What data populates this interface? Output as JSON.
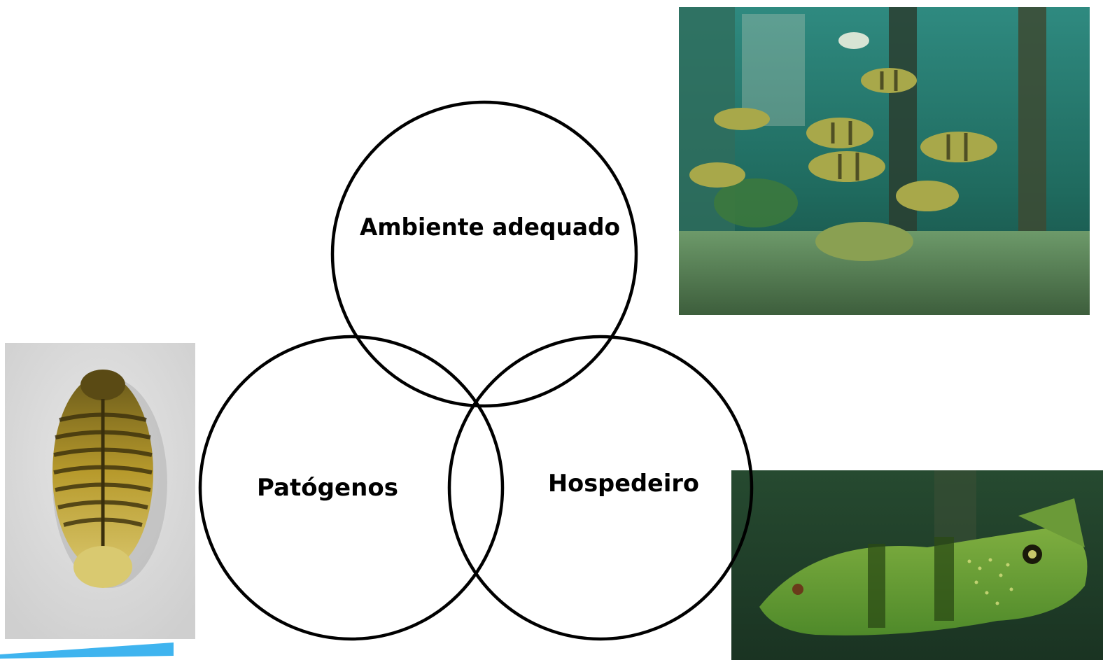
{
  "venn": {
    "top_label": "Ambiente adequado",
    "left_label": "Patógenos",
    "right_label": "Hospedeiro"
  },
  "images": {
    "isopod": "isopod-parasite-photo",
    "aquarium": "aquarium-peacock-bass-school-photo",
    "peacock_bass": "peacock-bass-closeup-photo"
  },
  "colors": {
    "accent_bar": "#3fb4ef",
    "circle_stroke": "#000000"
  }
}
